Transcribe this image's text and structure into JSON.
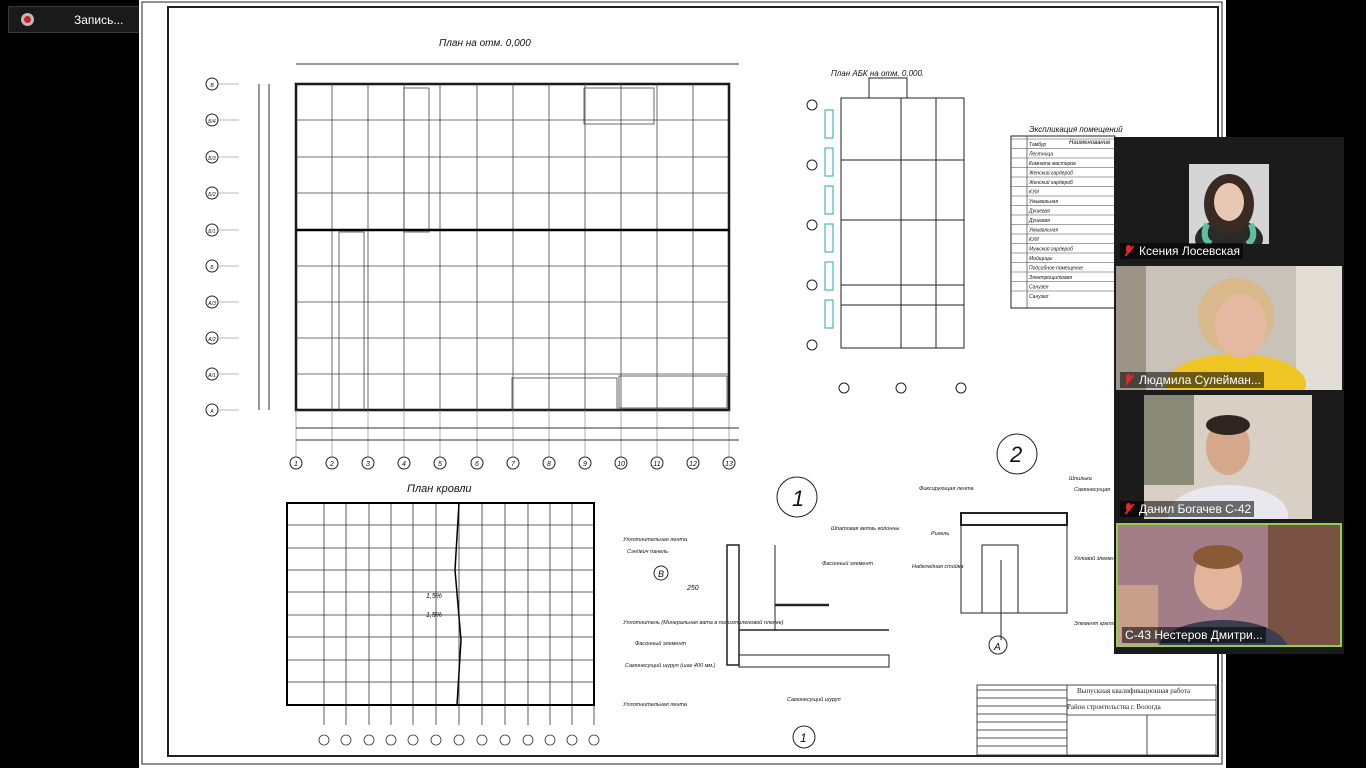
{
  "recording": {
    "label": "Запись..."
  },
  "drawing": {
    "plan_title": "План на отм. 0,000",
    "abk_title": "План АБК на отм. 0,000.",
    "roof_title": "План кровли",
    "explication_title": "Экспликация помещений",
    "explication_header": "Наименование",
    "rooms": [
      "Тамбур",
      "Лестница",
      "Комната мастеров",
      "Женский гардероб",
      "Женский гардероб",
      "КУИ",
      "Умывальная",
      "Душевая",
      "Душевая",
      "Умывальная",
      "КУИ",
      "Мужской гардероб",
      "Мойщицы",
      "Подсобное помещение",
      "Электрощитовая",
      "Санузел",
      "Санузел"
    ],
    "callout_1": "1",
    "callout_2": "2",
    "callout_A": "А",
    "callout_B": "В",
    "detail1_labels": [
      "Уплотнительная лента",
      "Сэндвич панель",
      "Шпатовая ветвь колонны",
      "Фасонный элемент",
      "Уплотнитель (Минеральная вата в полиэтиленовой пленке)",
      "Фасонный элемент",
      "Самонесущий шуруп (шаг 400 мм.)",
      "Самонесущий шуруп",
      "Уплотнительная лента"
    ],
    "detail2_labels": [
      "Фиксирующая лента",
      "Шпилька",
      "Самонесущая",
      "Ригель",
      "Надкладная стойка",
      "Угловой элемент",
      "Элемент крепления"
    ],
    "dim_250": "250",
    "slope_1": "1,5%",
    "slope_2": "1,5%",
    "stamp_title": "Выпускная квалификационная работа",
    "stamp_subtitle": "Район строительства г. Вологда",
    "axis_numbers": [
      "1",
      "2",
      "3",
      "4",
      "5",
      "6",
      "7",
      "8",
      "9",
      "10",
      "11",
      "12",
      "13"
    ],
    "axis_letters": [
      "А",
      "А/1",
      "А/2",
      "А/3",
      "Б",
      "Б/1",
      "Б/2",
      "Б/3",
      "Б/4",
      "В"
    ]
  },
  "participants": [
    {
      "name": "Ксения Лосевская",
      "muted": true
    },
    {
      "name": "Людмила Сулейман...",
      "muted": true
    },
    {
      "name": "Данил Богачев С-42",
      "muted": true
    },
    {
      "name": "С-43 Нестеров Дмитри...",
      "muted": false,
      "active": true
    }
  ]
}
